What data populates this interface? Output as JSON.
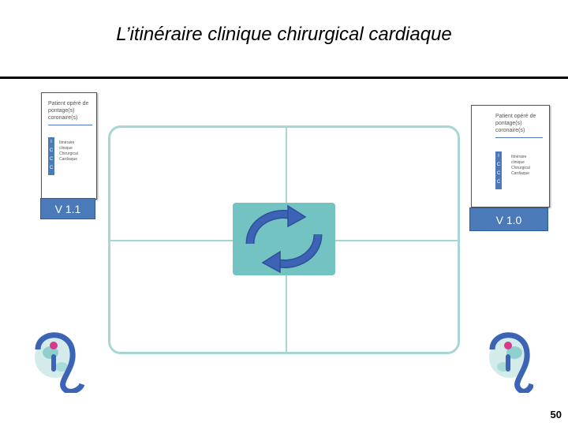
{
  "title": "L’itinéraire clinique chirurgical cardiaque",
  "doc_left": {
    "title_lines": [
      "Patient opéré de",
      "pontage(s)",
      "coronaire(s)"
    ],
    "letters": [
      "I",
      "C",
      "C",
      "C"
    ],
    "subtitle_lines": [
      "Itinéraire",
      "clinique",
      "Chirurgical",
      "Cardiaque"
    ],
    "version": "V 1.1"
  },
  "doc_right": {
    "title_lines": [
      "Patient opéré de",
      "pontage(s)",
      "coronaire(s)"
    ],
    "letters": [
      "I",
      "C",
      "C",
      "C"
    ],
    "subtitle_lines": [
      "Itinéraire",
      "clinique",
      "Chirurgical",
      "Cardiaque"
    ],
    "version": "V 1.0"
  },
  "icons": {
    "cycle": "refresh-cycle-icon",
    "logo": "itinerary-logo-icon"
  },
  "colors": {
    "grid": "#a8d6d3",
    "cycle_bg": "#72c3c2",
    "arrow": "#3c63b4",
    "badge": "#4a7ab8"
  },
  "page_number": "50"
}
